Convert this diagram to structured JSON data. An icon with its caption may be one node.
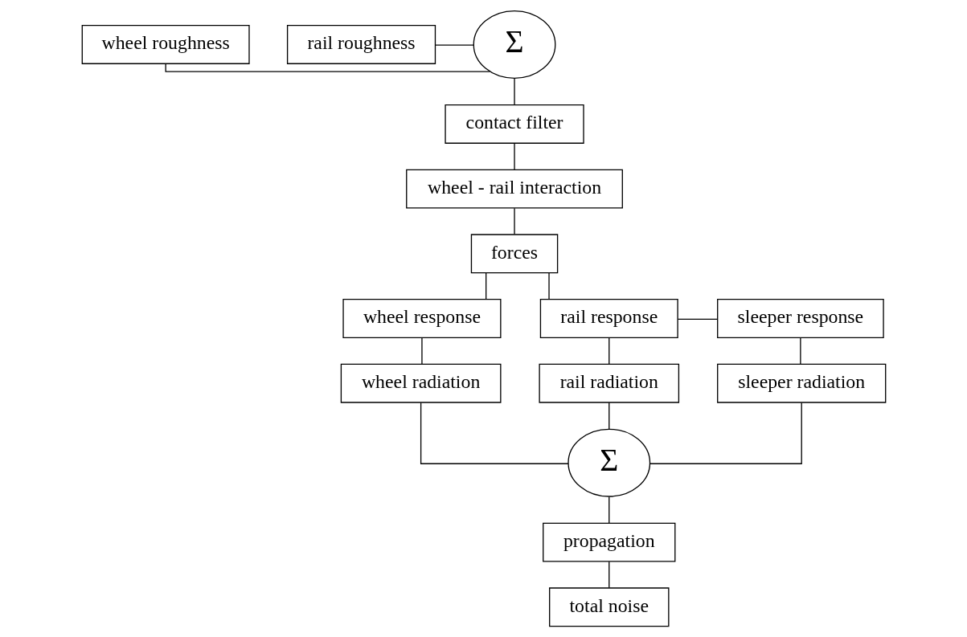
{
  "diagram": {
    "nodes": [
      {
        "text": [
          "wheel roughness"
        ]
      },
      {
        "text": [
          "Σ"
        ]
      },
      {
        "text": [
          "rail roughness"
        ]
      },
      {
        "text": [
          "contact filter"
        ]
      },
      {
        "text": [
          "wheel - rail interaction"
        ]
      },
      {
        "text": [
          "forces"
        ]
      },
      {
        "text": [
          "wheel response"
        ]
      },
      {
        "text": [
          "rail response"
        ]
      },
      {
        "text": [
          "sleeper response"
        ]
      },
      {
        "text": [
          "wheel radiation"
        ]
      },
      {
        "text": [
          "rail radiation"
        ]
      },
      {
        "text": [
          "sleeper radiation"
        ]
      },
      {
        "text": [
          "Σ"
        ]
      },
      {
        "text": [
          "propagation"
        ]
      },
      {
        "text": [
          "total noise"
        ]
      }
    ],
    "edges": [
      {
        "from": 0,
        "to": 1,
        "arrow": "none"
      },
      {
        "from": 2,
        "to": 1,
        "arrow": "none"
      },
      {
        "from": 1,
        "to": 3,
        "arrow": "none"
      },
      {
        "from": 3,
        "to": 4,
        "arrow": "none"
      },
      {
        "from": 4,
        "to": 5,
        "arrow": "none"
      },
      {
        "from": 5,
        "to": 6,
        "arrow": "none"
      },
      {
        "from": 5,
        "to": 7,
        "arrow": "none"
      },
      {
        "from": 7,
        "to": 8,
        "arrow": "none"
      },
      {
        "from": 6,
        "to": 9,
        "arrow": "none"
      },
      {
        "from": 7,
        "to": 10,
        "arrow": "none"
      },
      {
        "from": 8,
        "to": 11,
        "arrow": "none"
      },
      {
        "from": 9,
        "to": 12,
        "arrow": "none"
      },
      {
        "from": 10,
        "to": 12,
        "arrow": "none"
      },
      {
        "from": 11,
        "to": 12,
        "arrow": "none"
      },
      {
        "from": 12,
        "to": 13,
        "arrow": "none"
      },
      {
        "from": 13,
        "to": 14,
        "arrow": "none"
      }
    ]
  }
}
